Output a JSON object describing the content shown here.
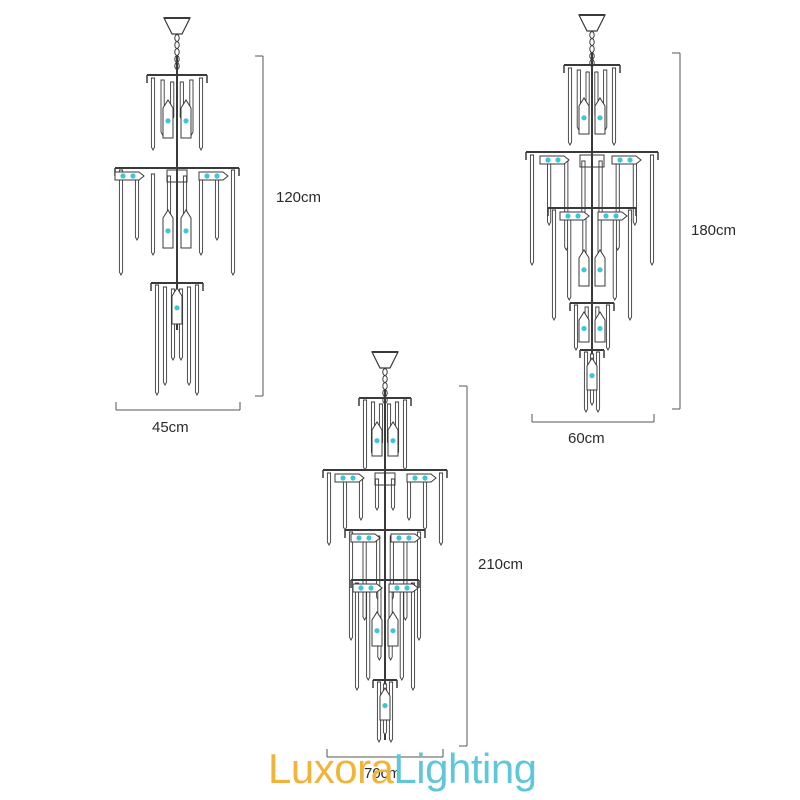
{
  "colors": {
    "line": "#3a3a3a",
    "dimension": "#555555",
    "crystal_accent": "#3fc6d6",
    "brand_primary": "#f0b43a",
    "brand_secondary": "#5fc7d9"
  },
  "chandeliers": [
    {
      "name": "chandelier-small",
      "height_label": "120cm",
      "width_label": "45cm"
    },
    {
      "name": "chandelier-medium",
      "height_label": "180cm",
      "width_label": "60cm"
    },
    {
      "name": "chandelier-large",
      "height_label": "210cm",
      "width_label": "70cm"
    }
  ],
  "watermark": {
    "part1": "Luxora",
    "part2": "Lighting"
  }
}
